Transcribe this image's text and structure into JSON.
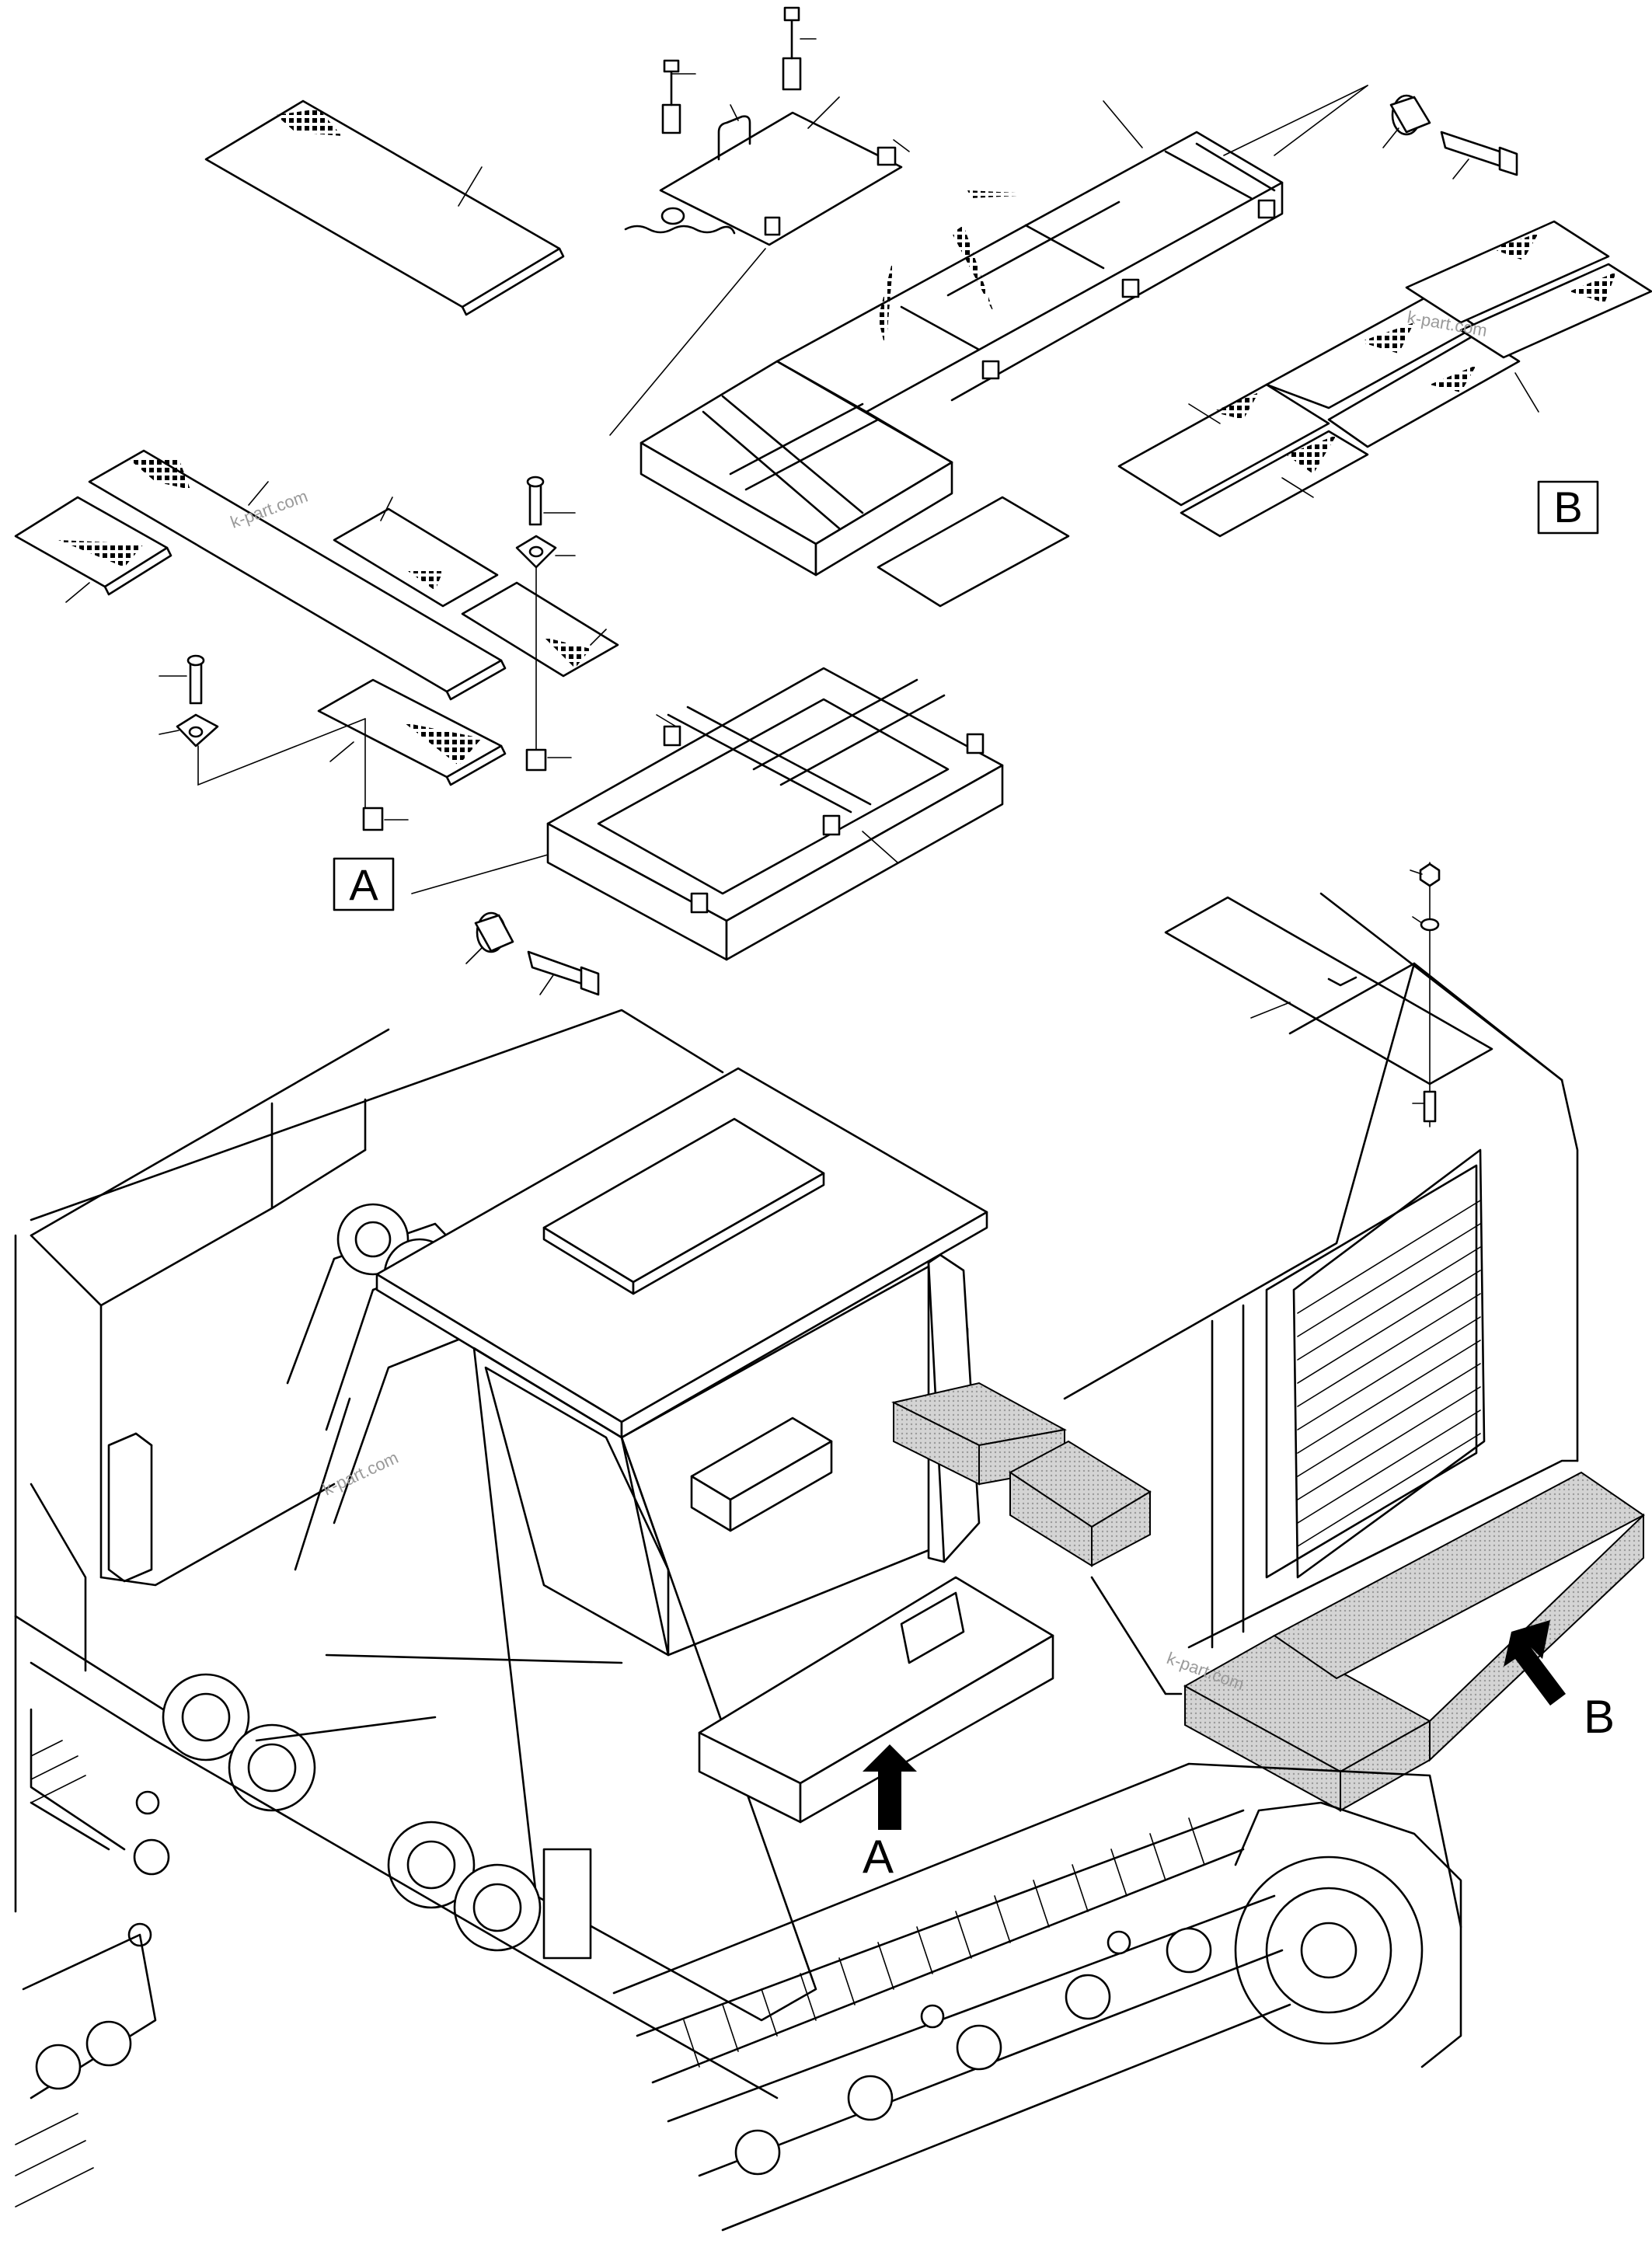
{
  "callouts": {
    "view_a_box": "A",
    "view_b_box": "B",
    "arrow_a": "A",
    "arrow_b": "B"
  },
  "watermarks": {
    "wm1": "k-part.com",
    "wm2": "k-part.com",
    "wm3": "k-part.com",
    "wm4": "k-part.com"
  },
  "colors": {
    "line": "#000000",
    "background": "#ffffff",
    "shaded_area": "#c8c8c8"
  }
}
